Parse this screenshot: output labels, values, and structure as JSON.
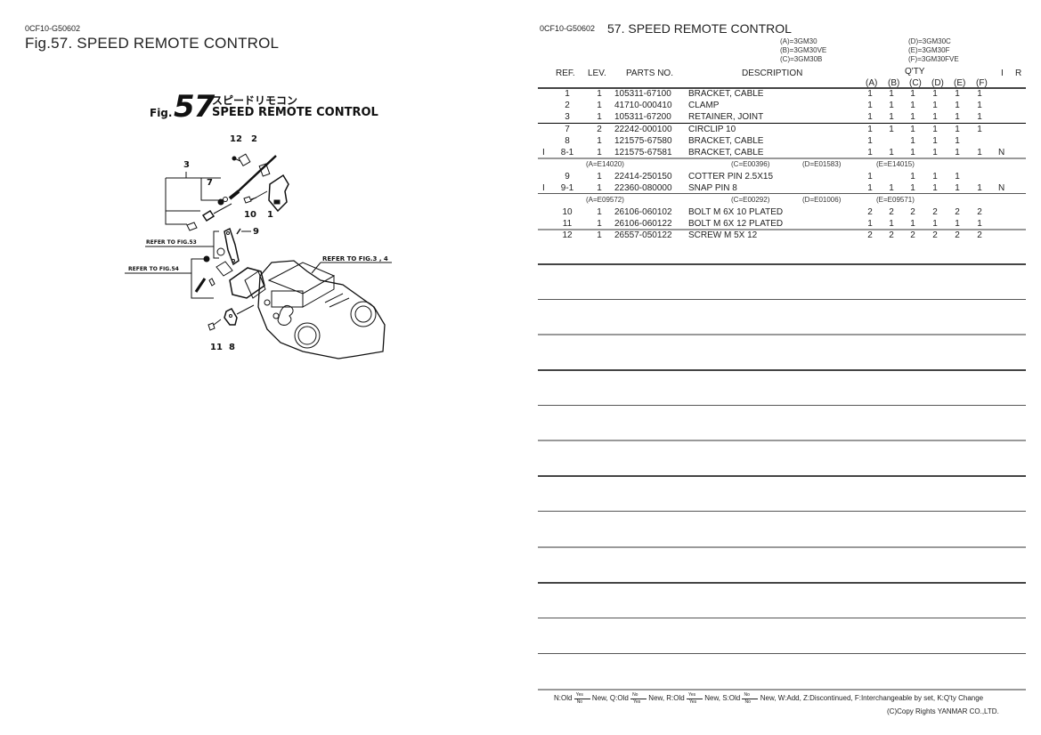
{
  "left_page": {
    "doc_code": "0CF10-G50602",
    "title": "Fig.57.  SPEED REMOTE CONTROL",
    "figure_heading": {
      "fig_word": "Fig.",
      "fig_number": "57",
      "japanese_title": "スピードリモコン",
      "english_title": "SPEED REMOTE CONTROL"
    },
    "diagram": {
      "callouts": [
        "12",
        "2",
        "3",
        "7",
        "10",
        "1",
        "9",
        "11",
        "8"
      ],
      "refer_53": "REFER TO FIG.53",
      "refer_54": "REFER TO FIG.54",
      "refer_3_4": "REFER TO FIG.3 , 4"
    }
  },
  "right_page": {
    "doc_code": "0CF10-G50602",
    "title": "57.  SPEED REMOTE CONTROL",
    "models_left": [
      "(A)=3GM30",
      "(B)=3GM30VE",
      "(C)=3GM30B"
    ],
    "models_right": [
      "(D)=3GM30C",
      "(E)=3GM30F",
      "(F)=3GM30FVE"
    ],
    "headers": {
      "ref": "REF.",
      "lev": "LEV.",
      "parts_no": "PARTS NO.",
      "description": "DESCRIPTION",
      "qty": "Q'TY",
      "qty_cols": [
        "(A)",
        "(B)",
        "(C)",
        "(D)",
        "(E)",
        "(F)"
      ],
      "i": "I",
      "r": "R"
    },
    "rows": [
      {
        "i": "",
        "ref": "1",
        "lev": "1",
        "part": "105311-67100",
        "desc": "BRACKET, CABLE",
        "qty": [
          "1",
          "1",
          "1",
          "1",
          "1",
          "1"
        ],
        "r": ""
      },
      {
        "i": "",
        "ref": "2",
        "lev": "1",
        "part": "41710-000410",
        "desc": "CLAMP",
        "qty": [
          "1",
          "1",
          "1",
          "1",
          "1",
          "1"
        ],
        "r": ""
      },
      {
        "i": "",
        "ref": "3",
        "lev": "1",
        "part": "105311-67200",
        "desc": "RETAINER, JOINT",
        "qty": [
          "1",
          "1",
          "1",
          "1",
          "1",
          "1"
        ],
        "r": ""
      },
      {
        "i": "",
        "ref": "7",
        "lev": "2",
        "part": "22242-000100",
        "desc": "CIRCLIP  10",
        "qty": [
          "1",
          "1",
          "1",
          "1",
          "1",
          "1"
        ],
        "r": ""
      },
      {
        "i": "",
        "ref": "8",
        "lev": "1",
        "part": "121575-67580",
        "desc": "BRACKET, CABLE",
        "qty": [
          "1",
          "",
          "1",
          "1",
          "1",
          ""
        ],
        "r": ""
      },
      {
        "i": "I",
        "ref": "8-1",
        "lev": "1",
        "part": "121575-67581",
        "desc": "BRACKET, CABLE",
        "qty": [
          "1",
          "1",
          "1",
          "1",
          "1",
          "1"
        ],
        "r": "N"
      },
      {
        "i": "",
        "ref": "9",
        "lev": "1",
        "part": "22414-250150",
        "desc": "COTTER PIN 2.5X15",
        "qty": [
          "1",
          "",
          "1",
          "1",
          "1",
          ""
        ],
        "r": ""
      },
      {
        "i": "I",
        "ref": "9-1",
        "lev": "1",
        "part": "22360-080000",
        "desc": "SNAP PIN  8",
        "qty": [
          "1",
          "1",
          "1",
          "1",
          "1",
          "1"
        ],
        "r": "N"
      },
      {
        "i": "",
        "ref": "10",
        "lev": "1",
        "part": "26106-060102",
        "desc": "BOLT M 6X 10 PLATED",
        "qty": [
          "2",
          "2",
          "2",
          "2",
          "2",
          "2"
        ],
        "r": ""
      },
      {
        "i": "",
        "ref": "11",
        "lev": "1",
        "part": "26106-060122",
        "desc": "BOLT M 6X 12 PLATED",
        "qty": [
          "1",
          "1",
          "1",
          "1",
          "1",
          "1"
        ],
        "r": ""
      },
      {
        "i": "",
        "ref": "12",
        "lev": "1",
        "part": "26557-050122",
        "desc": "SCREW M 5X 12",
        "qty": [
          "2",
          "2",
          "2",
          "2",
          "2",
          "2"
        ],
        "r": ""
      }
    ],
    "serial_notes": [
      {
        "a": "(A=E14020)",
        "c": "(C=E00396)",
        "d": "(D=E01583)",
        "e": "(E=E14015)"
      },
      {
        "a": "(A=E09572)",
        "c": "(C=E00292)",
        "d": "(D=E01006)",
        "e": "(E=E09571)"
      }
    ],
    "legend": {
      "n": "N:Old",
      "n_top": "Yes",
      "n_bot": "No",
      "q": "New, Q:Old",
      "q_top": "No",
      "q_bot": "Yes",
      "r": "New, R:Old",
      "r_top": "Yes",
      "r_bot": "Yes",
      "s": "New, S:Old",
      "s_top": "No",
      "s_bot": "No",
      "rest": "New, W:Add, Z:Discontinued, F:Interchangeable by set, K:Q'ty Change"
    },
    "copyright": "(C)Copy Rights YANMAR CO.,LTD."
  }
}
